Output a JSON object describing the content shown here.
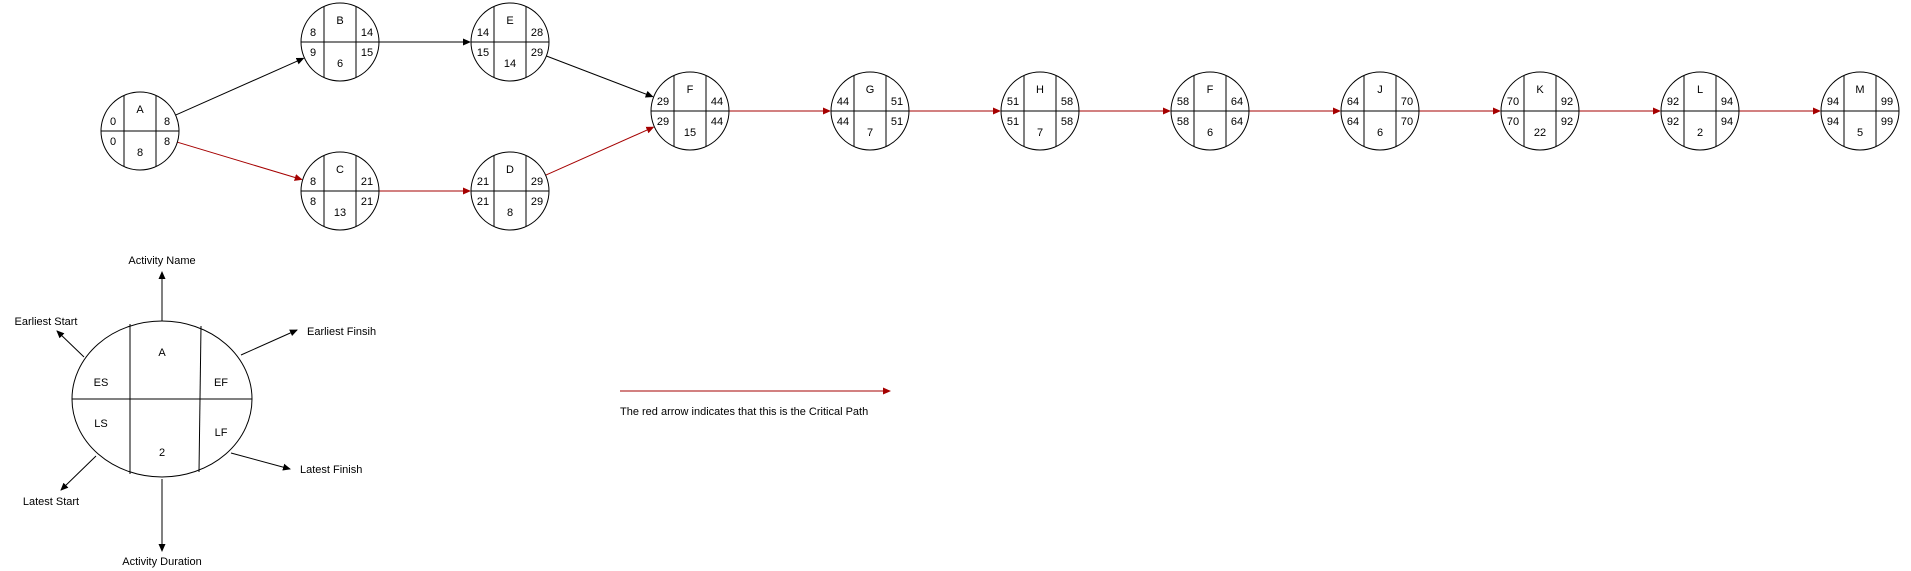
{
  "colors": {
    "critical": "#a50000",
    "normal": "#000000"
  },
  "nodes": [
    {
      "id": "A",
      "name": "A",
      "es": "0",
      "ef": "8",
      "ls": "0",
      "lf": "8",
      "dur": "8"
    },
    {
      "id": "B",
      "name": "B",
      "es": "8",
      "ef": "14",
      "ls": "9",
      "lf": "15",
      "dur": "6"
    },
    {
      "id": "C",
      "name": "C",
      "es": "8",
      "ef": "21",
      "ls": "8",
      "lf": "21",
      "dur": "13"
    },
    {
      "id": "E",
      "name": "E",
      "es": "14",
      "ef": "28",
      "ls": "15",
      "lf": "29",
      "dur": "14"
    },
    {
      "id": "D",
      "name": "D",
      "es": "21",
      "ef": "29",
      "ls": "21",
      "lf": "29",
      "dur": "8"
    },
    {
      "id": "F1",
      "name": "F",
      "es": "29",
      "ef": "44",
      "ls": "29",
      "lf": "44",
      "dur": "15"
    },
    {
      "id": "G",
      "name": "G",
      "es": "44",
      "ef": "51",
      "ls": "44",
      "lf": "51",
      "dur": "7"
    },
    {
      "id": "H",
      "name": "H",
      "es": "51",
      "ef": "58",
      "ls": "51",
      "lf": "58",
      "dur": "7"
    },
    {
      "id": "F2",
      "name": "F",
      "es": "58",
      "ef": "64",
      "ls": "58",
      "lf": "64",
      "dur": "6"
    },
    {
      "id": "J",
      "name": "J",
      "es": "64",
      "ef": "70",
      "ls": "64",
      "lf": "70",
      "dur": "6"
    },
    {
      "id": "K",
      "name": "K",
      "es": "70",
      "ef": "92",
      "ls": "70",
      "lf": "92",
      "dur": "22"
    },
    {
      "id": "L",
      "name": "L",
      "es": "92",
      "ef": "94",
      "ls": "92",
      "lf": "94",
      "dur": "2"
    },
    {
      "id": "M",
      "name": "M",
      "es": "94",
      "ef": "99",
      "ls": "94",
      "lf": "99",
      "dur": "5"
    }
  ],
  "edges": [
    {
      "from": "A",
      "to": "B",
      "critical": false
    },
    {
      "from": "A",
      "to": "C",
      "critical": true
    },
    {
      "from": "B",
      "to": "E",
      "critical": false
    },
    {
      "from": "C",
      "to": "D",
      "critical": true
    },
    {
      "from": "E",
      "to": "F1",
      "critical": false
    },
    {
      "from": "D",
      "to": "F1",
      "critical": true
    },
    {
      "from": "F1",
      "to": "G",
      "critical": true
    },
    {
      "from": "G",
      "to": "H",
      "critical": true
    },
    {
      "from": "H",
      "to": "F2",
      "critical": true
    },
    {
      "from": "F2",
      "to": "J",
      "critical": true
    },
    {
      "from": "J",
      "to": "K",
      "critical": true
    },
    {
      "from": "K",
      "to": "L",
      "critical": true
    },
    {
      "from": "L",
      "to": "M",
      "critical": true
    }
  ],
  "legend": {
    "node": {
      "name": "A",
      "es": "ES",
      "ef": "EF",
      "ls": "LS",
      "lf": "LF",
      "dur": "2"
    },
    "labels": {
      "activity_name": "Activity Name",
      "earliest_start": "Earliest Start",
      "earliest_finish": "Earliest Finsih",
      "latest_start": "Latest Start",
      "latest_finish": "Latest Finish",
      "activity_duration": "Activity Duration"
    },
    "critical_note": "The red arrow indicates that this is the Critical Path"
  }
}
